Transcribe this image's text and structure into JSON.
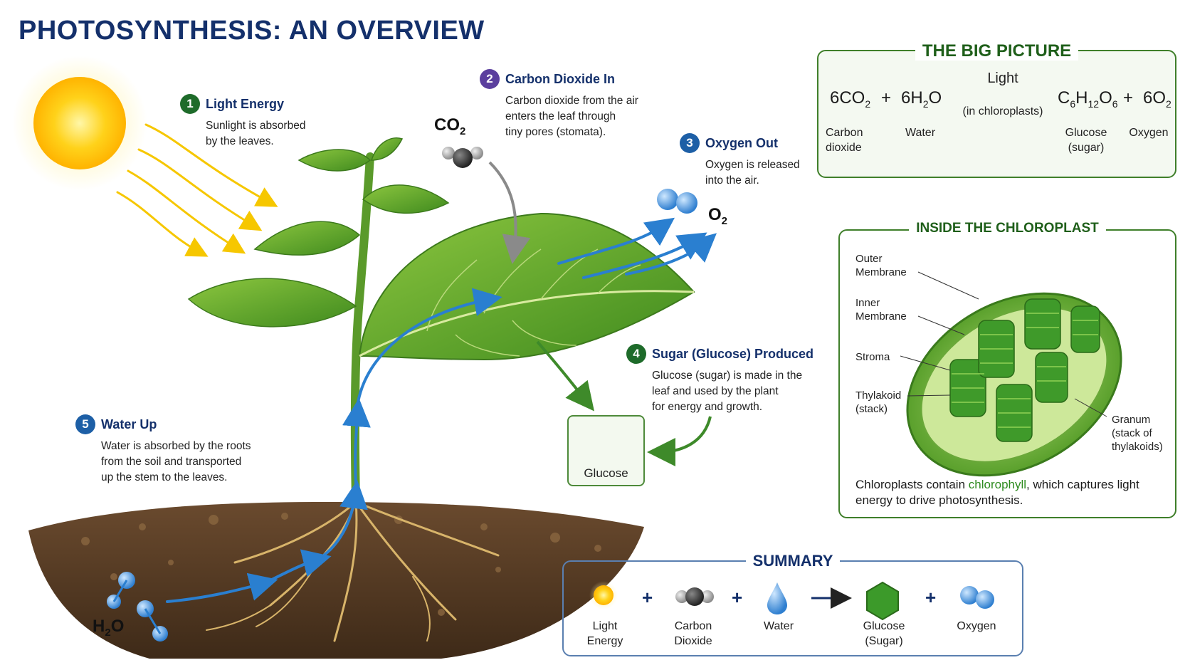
{
  "title": "PHOTOSYNTHESIS: AN OVERVIEW",
  "colors": {
    "title": "#14306b",
    "green": "#1f5f1a",
    "step_green": "#1e6b2a",
    "step_purple": "#5b3f9e",
    "step_blue": "#1d5fa6",
    "arrow_blue": "#2a7fd0",
    "sun": "#ffd21a"
  },
  "steps": [
    {
      "num": "1",
      "title": "Light Energy",
      "desc": "Sunlight is absorbed\nby the leaves."
    },
    {
      "num": "2",
      "title": "Carbon Dioxide In",
      "desc": "Carbon dioxide from the air\nenters the leaf through\ntiny pores (stomata)."
    },
    {
      "num": "3",
      "title": "Oxygen Out",
      "desc": "Oxygen is released\ninto the air."
    },
    {
      "num": "4",
      "title": "Sugar (Glucose) Produced",
      "desc": "Glucose (sugar) is made in the\nleaf and used by the plant\nfor energy and growth."
    },
    {
      "num": "5",
      "title": "Water Up",
      "desc": "Water is absorbed by the roots\nfrom the soil and transported\nup the stem to the leaves."
    }
  ],
  "formula_labels": {
    "co2": "CO",
    "co2_sub": "2",
    "o2": "O",
    "o2_sub": "2",
    "h2o_h": "H",
    "h2o_sub": "2",
    "h2o_o": "O"
  },
  "glucose_box": {
    "label": "Glucose"
  },
  "big_picture": {
    "title": "THE BIG PICTURE",
    "reactant1": {
      "coef": "6CO",
      "sub": "2",
      "label": "Carbon\ndioxide"
    },
    "plus": "+",
    "reactant2": {
      "coef": "6H",
      "sub": "2",
      "tail": "O",
      "label": "Water"
    },
    "arrow_top": "Light",
    "arrow_bottom": "(in chloroplasts)",
    "product1": {
      "c": "C",
      "c_sub": "6",
      "h": "H",
      "h_sub": "12",
      "o": "O",
      "o_sub": "6",
      "label": "Glucose\n(sugar)"
    },
    "product2": {
      "coef": "6O",
      "sub": "2",
      "label": "Oxygen"
    }
  },
  "chloroplast": {
    "title": "INSIDE THE CHLOROPLAST",
    "labels": {
      "outer": "Outer\nMembrane",
      "inner": "Inner\nMembrane",
      "stroma": "Stroma",
      "thylakoid": "Thylakoid\n(stack)",
      "granum": "Granum\n(stack of\nthylakoids)"
    },
    "caption_pre": "Chloroplasts contain ",
    "caption_highlight": "chlorophyll",
    "caption_post": ", which captures light energy to drive photosynthesis."
  },
  "summary": {
    "title": "SUMMARY",
    "items": [
      {
        "label": "Light\nEnergy",
        "icon": "sun-icon"
      },
      {
        "label": "Carbon\nDioxide",
        "icon": "co2-molecule-icon"
      },
      {
        "label": "Water",
        "icon": "water-drop-icon"
      },
      {
        "label": "Glucose\n(Sugar)",
        "icon": "glucose-hexagon-icon"
      },
      {
        "label": "Oxygen",
        "icon": "o2-molecule-icon"
      }
    ],
    "plus": "+",
    "arrow": "→"
  }
}
